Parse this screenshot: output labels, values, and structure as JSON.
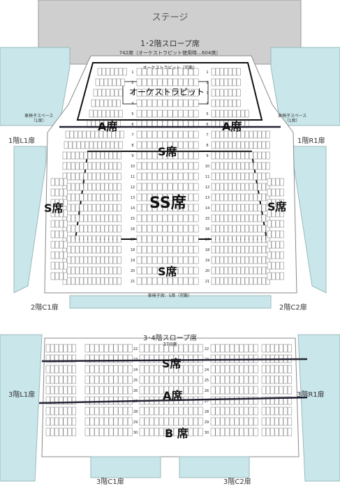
{
  "stage_label": "ステージ",
  "floor12": {
    "title": "1･2階スロープ席",
    "capacity": "742席（オーケストラピット使用時…604席）",
    "orchestra_top": "オーケストラピット（可動）",
    "orchestra_pit": "オーケストラピット",
    "wheelchair_left": "車椅子スペース\n（1席）",
    "wheelchair_right": "車椅子スペース\n（1席）",
    "wheelchair_bottom": "車椅子席：5席（可動）",
    "row_numbers": [
      "1",
      "2",
      "3",
      "4",
      "5",
      "6",
      "7",
      "8",
      "9",
      "10",
      "11",
      "12",
      "13",
      "14",
      "15",
      "16",
      "17",
      "18",
      "19",
      "20",
      "21"
    ],
    "right_row_numbers": [
      "1",
      "2",
      "3",
      "4",
      "5",
      "6",
      "7",
      "8",
      "9",
      "10",
      "11",
      "12",
      "13",
      "14",
      "15",
      "16",
      "17",
      "18",
      "19",
      "20",
      "21"
    ]
  },
  "floor34": {
    "title": "3･4階スロープ席",
    "capacity": "370席",
    "row_numbers": [
      "22",
      "23",
      "24",
      "25",
      "26",
      "27",
      "28",
      "29",
      "30"
    ]
  },
  "doors": {
    "l1": "1階L1扉",
    "r1": "1階R1扉",
    "c1_2f": "2階C1扉",
    "c2_2f": "2階C2扉",
    "l1_3f": "3階L1扉",
    "r1_3f": "3階R1扉",
    "c1_3f": "3階C1扉",
    "c2_3f": "3階C2扉"
  },
  "sections": {
    "a_left": "A席",
    "a_right": "A席",
    "s_top": "S席",
    "s_left": "S席",
    "s_right": "S席",
    "ss": "SS席",
    "s_bottom": "S席",
    "s_34": "S席",
    "a_34": "A席",
    "b_34": "B 席"
  }
}
